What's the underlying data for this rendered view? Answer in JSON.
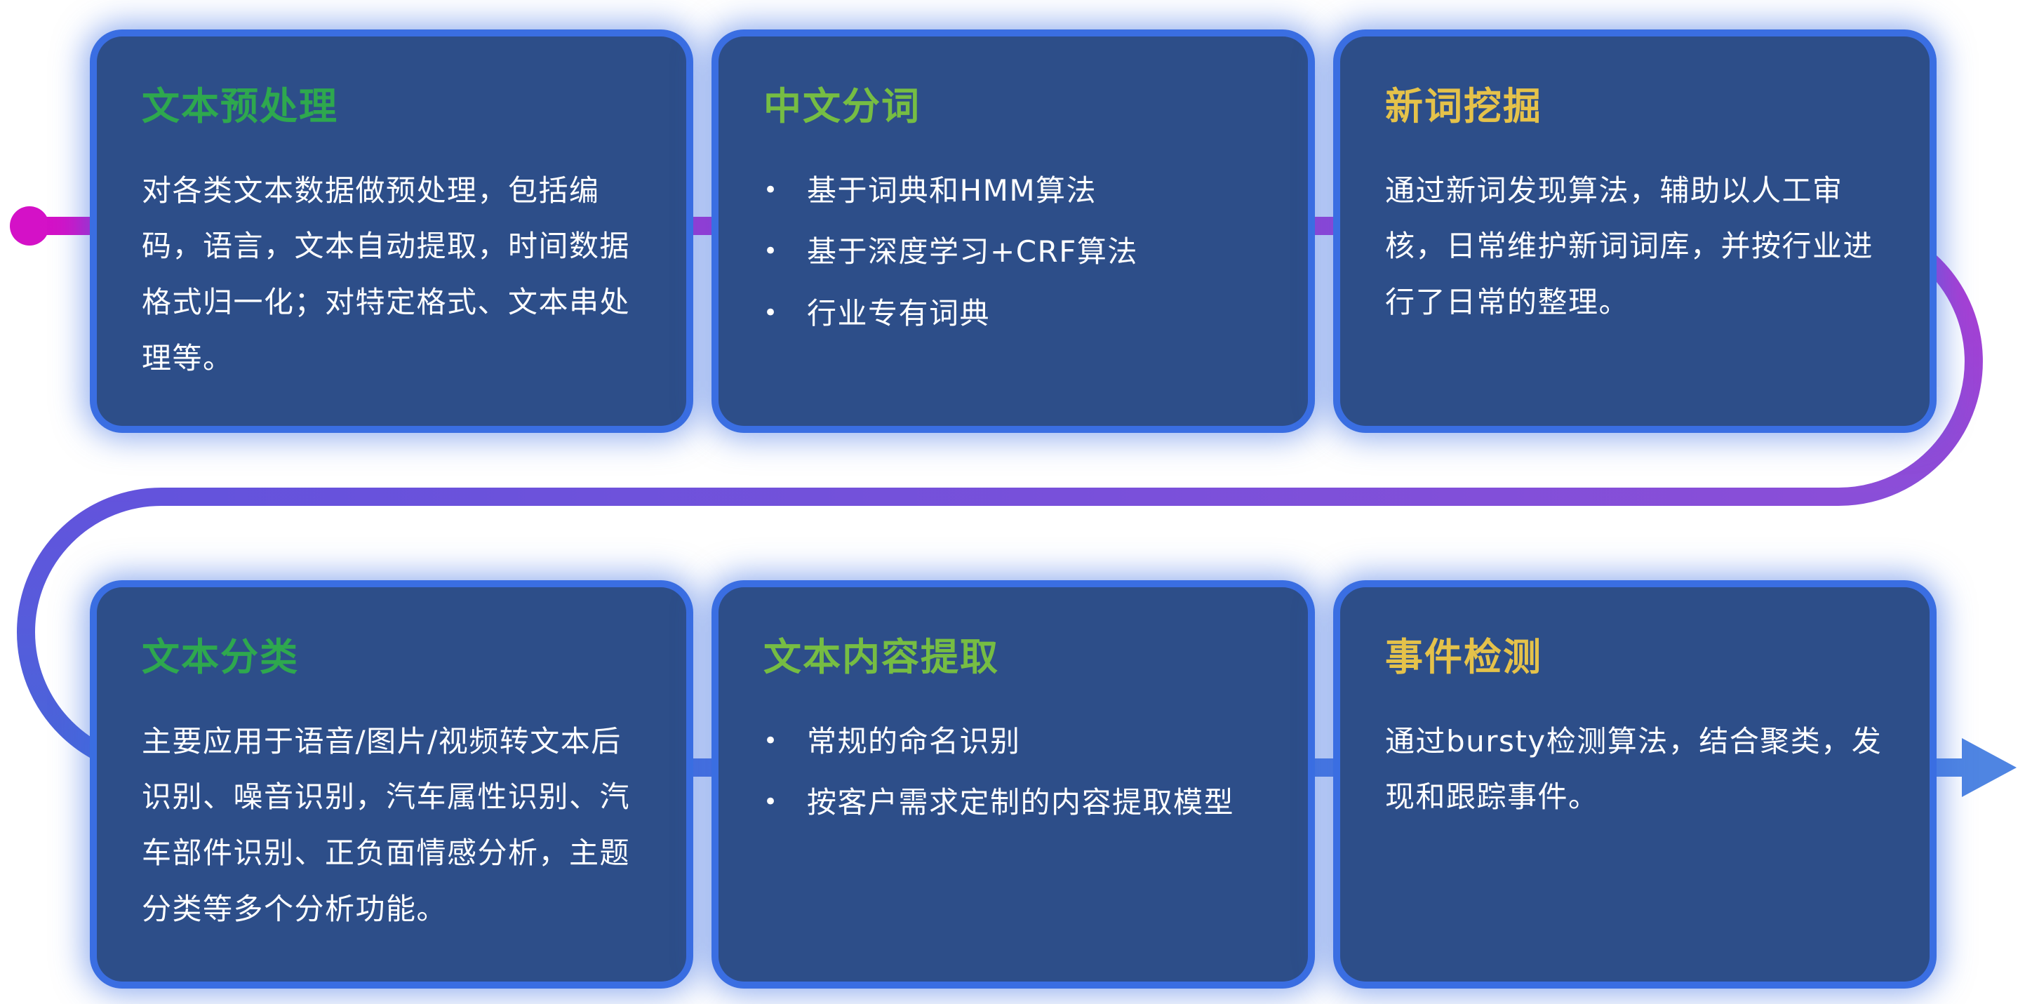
{
  "theme": {
    "canvas_bg": "#ffffff",
    "card_bg": "#2d4e89",
    "card_glow": "#3a6ee2",
    "body_text": "#ffffff"
  },
  "ui": {
    "bullet": "•"
  },
  "flow": {
    "colors": {
      "start_dot": "#d411c7",
      "magenta": "#d411c7",
      "magenta_purple": "#b13ad2",
      "purple": "#8a4ed8",
      "violet": "#6353dc",
      "blue": "#4766da",
      "arrow_blue": "#4f85e2"
    }
  },
  "cards": [
    {
      "title": "文本预处理",
      "title_color": "#2ea84e",
      "body": "对各类文本数据做预处理，包括编码，语言，文本自动提取，时间数据格式归一化；对特定格式、文本串处理等。"
    },
    {
      "title": "中文分词",
      "title_color": "#76bd43",
      "bullets": [
        "基于词典和HMM算法",
        "基于深度学习+CRF算法",
        "行业专有词典"
      ]
    },
    {
      "title": "新词挖掘",
      "title_color": "#e5c24a",
      "body": "通过新词发现算法，辅助以人工审核，日常维护新词词库，并按行业进行了日常的整理。"
    },
    {
      "title": "文本分类",
      "title_color": "#2ea84e",
      "body": "主要应用于语音/图片/视频转文本后识别、噪音识别，汽车属性识别、汽车部件识别、正负面情感分析，主题分类等多个分析功能。"
    },
    {
      "title": "文本内容提取",
      "title_color": "#76bd43",
      "bullets": [
        "常规的命名识别",
        "按客户需求定制的内容提取模型"
      ]
    },
    {
      "title": "事件检测",
      "title_color": "#e5c24a",
      "body": "通过bursty检测算法，结合聚类，发现和跟踪事件。"
    }
  ]
}
